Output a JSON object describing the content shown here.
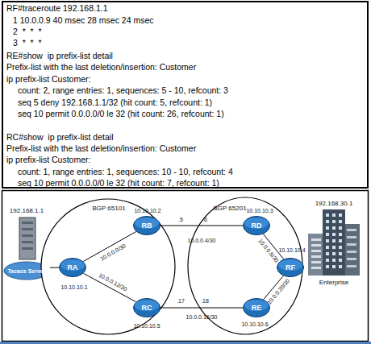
{
  "diagram": {
    "nodes": [
      {
        "text": [
          "RF#traceroute 192.168.1.1",
          "1 10.0.0.9 40 msec 28 msec 24 msec",
          "2  *  *  *",
          "3  *  *  *",
          "RE#show  ip prefix-list detail",
          "Prefix-list with the last deletion/insertion: Customer",
          "ip prefix-list Customer:",
          "count: 2, range entries: 1, sequences: 5 - 10, refcount: 3",
          "seq 5 deny 192.168.1.1/32 (hit count: 5, refcount: 1)",
          "seq 10 permit 0.0.0.0/0 le 32 (hit count: 26, refcount: 1)",
          "RC#show  ip prefix-list detail",
          "Prefix-list with the last deletion/insertion: Customer",
          "ip prefix-list Customer:",
          "count: 1, range entries: 1, sequences: 10 - 10, refcount: 4",
          "seq 10 permit 0.0.0.0/0 le 32 (hit count: 7, refcount: 1)"
        ]
      },
      {
        "text": [
          "192.168.1.1",
          "Tacacs Server"
        ]
      },
      {
        "text": [
          "BGP 65101"
        ]
      },
      {
        "text": [
          "RA"
        ],
        "in": 2
      },
      {
        "text": [
          "RB"
        ],
        "in": 2
      },
      {
        "text": [
          "RC"
        ],
        "in": 2
      },
      {
        "text": [
          "BGP 65201"
        ]
      },
      {
        "text": [
          "RD"
        ],
        "in": 6
      },
      {
        "text": [
          "RE"
        ],
        "in": 6
      },
      {
        "text": [
          "RF"
        ]
      },
      {
        "text": [
          "192.168.30.1",
          "Enterprise"
        ]
      }
    ],
    "edges": [
      {
        "from": 1,
        "to": 3,
        "arrow": "none"
      },
      {
        "from": 3,
        "to": 4,
        "label": "10.0.0.0/30",
        "arrow": "none"
      },
      {
        "from": 3,
        "to": 5,
        "label": "10.0.0.12/30",
        "arrow": "none"
      },
      {
        "from": 4,
        "to": 7,
        "label": "10.0.0.4/30",
        "arrow": "none"
      },
      {
        "from": 5,
        "to": 8,
        "label": "10.0.0.16/30",
        "arrow": "none"
      },
      {
        "from": 7,
        "to": 9,
        "label": "10.0.0.8/30",
        "arrow": "none"
      },
      {
        "from": 8,
        "to": 9,
        "label": "10.0.0.20/30",
        "arrow": "none"
      },
      {
        "from": 9,
        "to": 10,
        "arrow": "none"
      }
    ],
    "labels": [
      "10.10.10.2",
      ".5",
      ".6",
      "10.10.10.3",
      "10.10.10.4",
      "10.10.10.1",
      "10.10.10.5",
      ".17",
      ".18",
      "10.10.10.6"
    ]
  }
}
